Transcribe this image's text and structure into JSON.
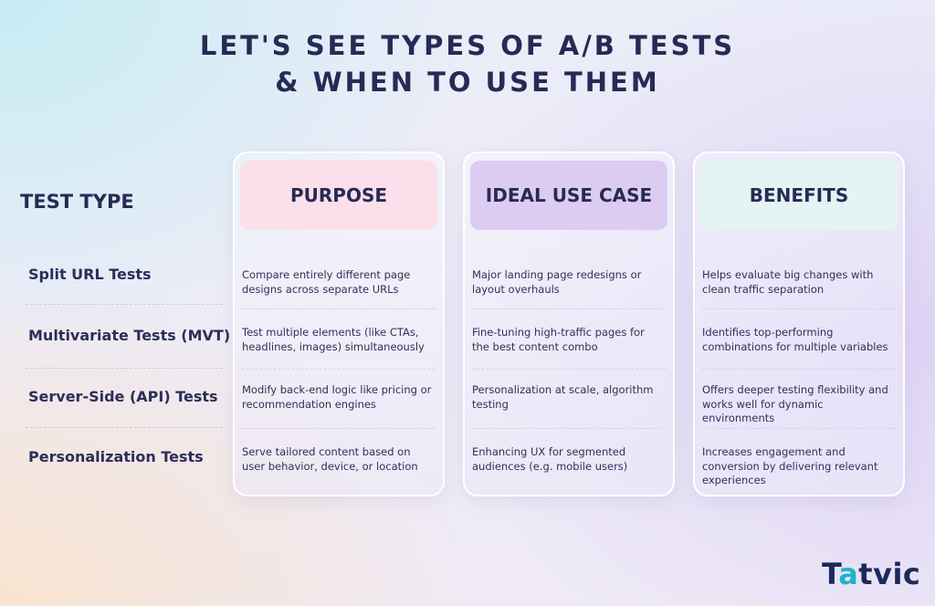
{
  "title": {
    "line1": "LET'S SEE TYPES OF A/B TESTS",
    "line2": "& WHEN TO USE THEM"
  },
  "row_header": "TEST TYPE",
  "rows": [
    "Split URL Tests",
    "Multivariate Tests (MVT)",
    "Server-Side (API) Tests",
    "Personalization Tests"
  ],
  "columns": [
    {
      "header": "PURPOSE",
      "header_color": "#fbdfea",
      "cells": [
        "Compare entirely different page designs across separate URLs",
        "Test multiple elements (like CTAs, headlines, images) simultaneously",
        "Modify back-end logic like pricing or recommendation engines",
        "Serve tailored content based on user behavior, device, or location"
      ]
    },
    {
      "header": "IDEAL USE CASE",
      "header_color": "#dcccf2",
      "cells": [
        "Major landing page redesigns or layout overhauls",
        "Fine-tuning high-traffic pages for the best content combo",
        "Personalization at scale, algorithm testing",
        "Enhancing UX for segmented audiences (e.g. mobile users)"
      ]
    },
    {
      "header": "BENEFITS",
      "header_color": "#e4f3f4",
      "cells": [
        "Helps evaluate big changes with clean traffic separation",
        "Identifies top-performing combinations for multiple variables",
        "Offers deeper testing flexibility and works well for dynamic environments",
        "Increases engagement and conversion by delivering relevant experiences"
      ]
    }
  ],
  "logo": {
    "part1": "T",
    "part2": "a",
    "part3": "tvic"
  }
}
